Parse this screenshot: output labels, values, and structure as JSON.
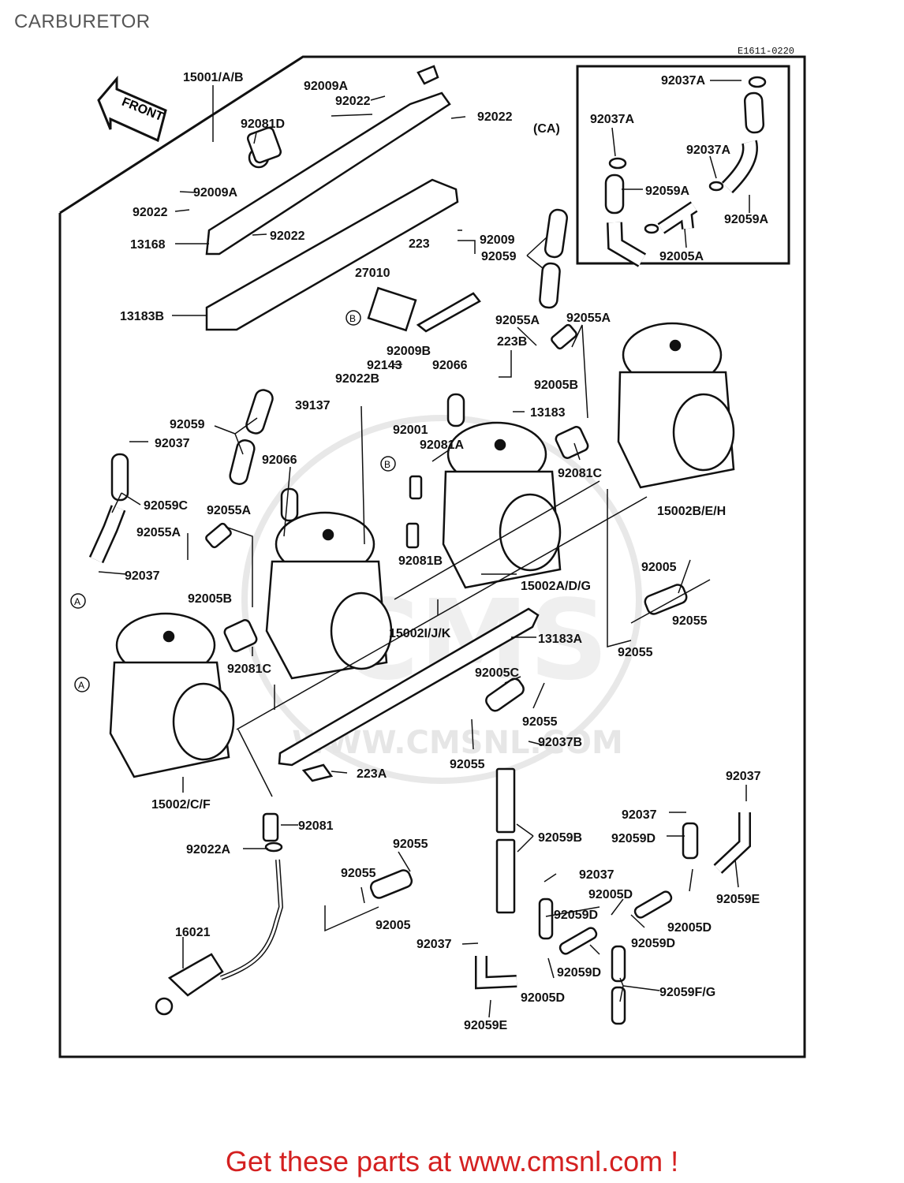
{
  "page_title": "CARBURETOR",
  "diagram_code": "E1611-0220",
  "front_label": "FRONT",
  "inset_label": "(CA)",
  "ref_a": "A",
  "ref_b": "B",
  "watermark_text": "WWW.CMSNL.COM",
  "footer_text": "Get these parts at www.cmsnl.com !",
  "colors": {
    "line": "#111111",
    "footer": "#d42020",
    "watermark": "#d0d0d0"
  },
  "parts": {
    "p15001AB": "15001/A/B",
    "p92009A_top": "92009A",
    "p92022_top": "92022",
    "p92022_right": "92022",
    "p92081D": "92081D",
    "p92009A_mid": "92009A",
    "p92022_left": "92022",
    "p13168": "13168",
    "p92022_mid": "92022",
    "p223": "223",
    "p92009": "92009",
    "p92059_top": "92059",
    "p27010": "27010",
    "p13183B": "13183B",
    "p92037A_1": "92037A",
    "p92037A_2": "92037A",
    "p92037A_3": "92037A",
    "p92059A_1": "92059A",
    "p92059A_2": "92059A",
    "p92005A": "92005A",
    "p92055A_1": "92055A",
    "p92055A_2": "92055A",
    "p223B": "223B",
    "p92005B_1": "92005B",
    "p92009B": "92009B",
    "p92143": "92143",
    "p92022B": "92022B",
    "p92066_1": "92066",
    "p13183": "13183",
    "p39137": "39137",
    "p92059_left": "92059",
    "p92037_left": "92037",
    "p92001": "92001",
    "p92081A": "92081A",
    "p92066_2": "92066",
    "p92081C_1": "92081C",
    "p15002BEH": "15002B/E/H",
    "p92059C": "92059C",
    "p92055A_3": "92055A",
    "p92055A_4": "92055A",
    "p92037_left2": "92037",
    "p92005B_2": "92005B",
    "p92081B": "92081B",
    "p15002ADG": "15002A/D/G",
    "p92005_right": "92005",
    "p92055_r1": "92055",
    "p92055_r2": "92055",
    "p15002IJK": "15002I/J/K",
    "p13183A": "13183A",
    "p92081C_2": "92081C",
    "p92005C": "92005C",
    "p92055_r3": "92055",
    "p92037B": "92037B",
    "p92055_r4": "92055",
    "p223A": "223A",
    "p15002CF": "15002/C/F",
    "p92037_b1": "92037",
    "p92081": "92081",
    "p92059B": "92059B",
    "p92022A": "92022A",
    "p92055_b1": "92055",
    "p92055_b2": "92055",
    "p92005_b": "92005",
    "p92037_b2": "92037",
    "p92059D_1": "92059D",
    "p92037_b3": "92037",
    "p92005D_1": "92005D",
    "p92059D_2": "92059D",
    "p92005D_2": "92005D",
    "p92059E_1": "92059E",
    "p92037_b4": "92037",
    "p92059D_3": "92059D",
    "p16021": "16021",
    "p92059D_4": "92059D",
    "p92005D_3": "92005D",
    "p92059FG": "92059F/G",
    "p92059E_2": "92059E"
  }
}
